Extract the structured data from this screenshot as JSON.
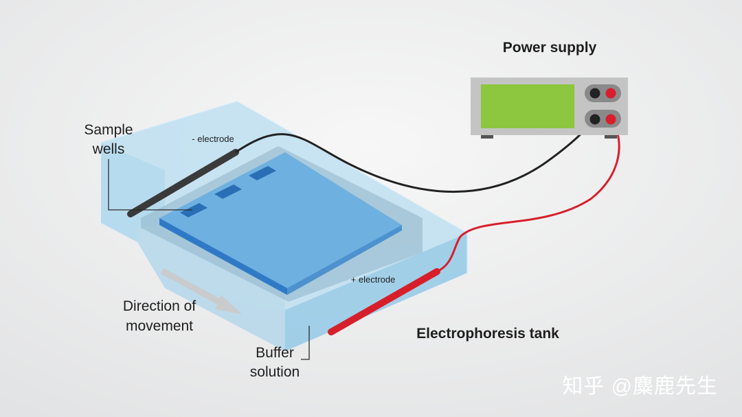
{
  "labels": {
    "power_supply": "Power supply",
    "sample_wells_line1": "Sample",
    "sample_wells_line2": "wells",
    "neg_electrode": "- electrode",
    "pos_electrode": "+ electrode",
    "direction_line1": "Direction of",
    "direction_line2": "movement",
    "buffer_line1": "Buffer",
    "buffer_line2": "solution",
    "tank": "Electrophoresis tank"
  },
  "watermark": "知乎 @麋鹿先生",
  "colors": {
    "background": "#eceded",
    "tank_glass": "#a9d6ee",
    "gel": "#5aa3d9",
    "gel_dark": "#3f86c8",
    "screen": "#8dc63f",
    "device_body": "#c4c4c4",
    "negative_wire": "#222222",
    "positive_wire": "#d71f2b",
    "arrow": "#c9cbcc"
  }
}
